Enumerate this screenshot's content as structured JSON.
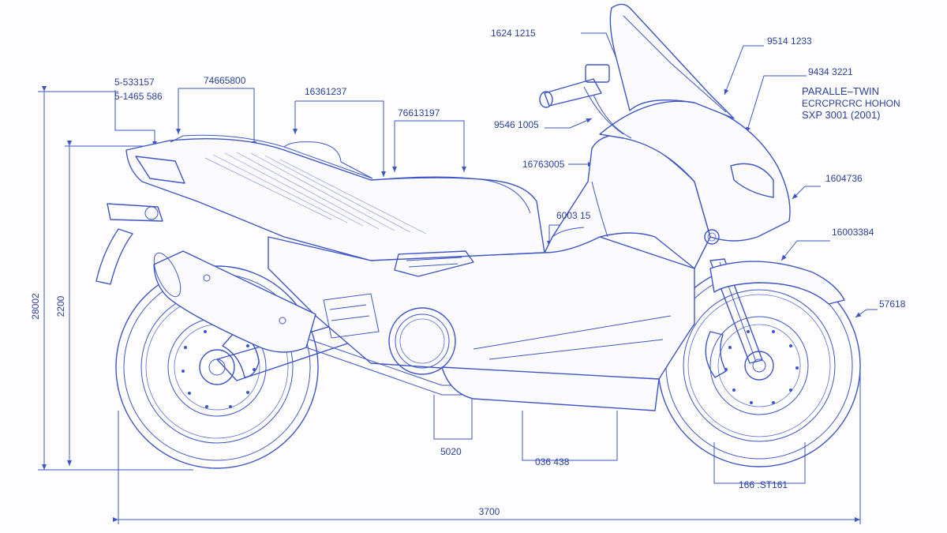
{
  "labels": {
    "top_left_1": "5-533157",
    "top_left_2": "5-1465 586",
    "seat_rear": "74665800",
    "seat_mid": "16361237",
    "seat_front": "76613197",
    "top_center": "1624 1215",
    "handlebar": "9546 1005",
    "mirror_mount": "16763005",
    "knee": "6003 15",
    "windscreen": "9514 1233",
    "fairing": "9434 3221",
    "engine_1": "PARALLE–TWIN",
    "engine_2": "ECRCPRCRC HOHON",
    "engine_3": "SXP 3001 (2001)",
    "headlight": "1604736",
    "front_fender": "16003384",
    "front_wheel": "57618",
    "left_dim_outer": "28002",
    "left_dim_inner": "2200",
    "under_mid": "5020",
    "under_center": "036 438",
    "front_bottom": "166 :ST161",
    "length": "3700"
  },
  "colors": {
    "ink": "#3f55c4",
    "text": "#2a3f9a",
    "paper": "#fdfdff"
  }
}
